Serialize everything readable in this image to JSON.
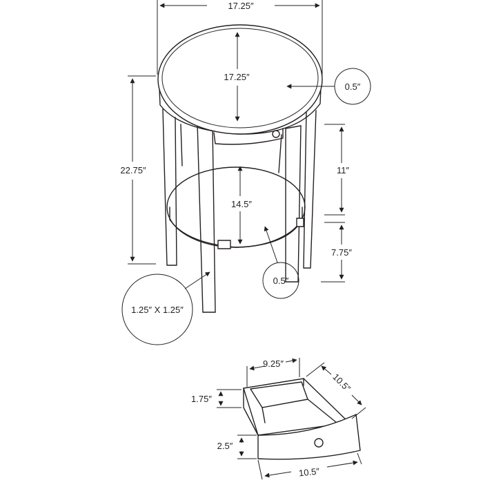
{
  "dimensions": {
    "top_width": "17.25″",
    "top_depth": "17.25″",
    "top_thickness": "0.5″",
    "total_height": "22.75″",
    "upper_height": "11″",
    "shelf_clearance": "14.5″",
    "lower_height": "7.75″",
    "shelf_thickness": "0.5″",
    "leg_size": "1.25″ X 1.25″",
    "drawer_width_back": "9.25″",
    "drawer_depth": "10.5″",
    "drawer_inner_height": "1.75″",
    "drawer_front_height": "2.5″",
    "drawer_width_front": "10.5″"
  },
  "colors": {
    "line": "#231f20",
    "background": "#ffffff"
  }
}
